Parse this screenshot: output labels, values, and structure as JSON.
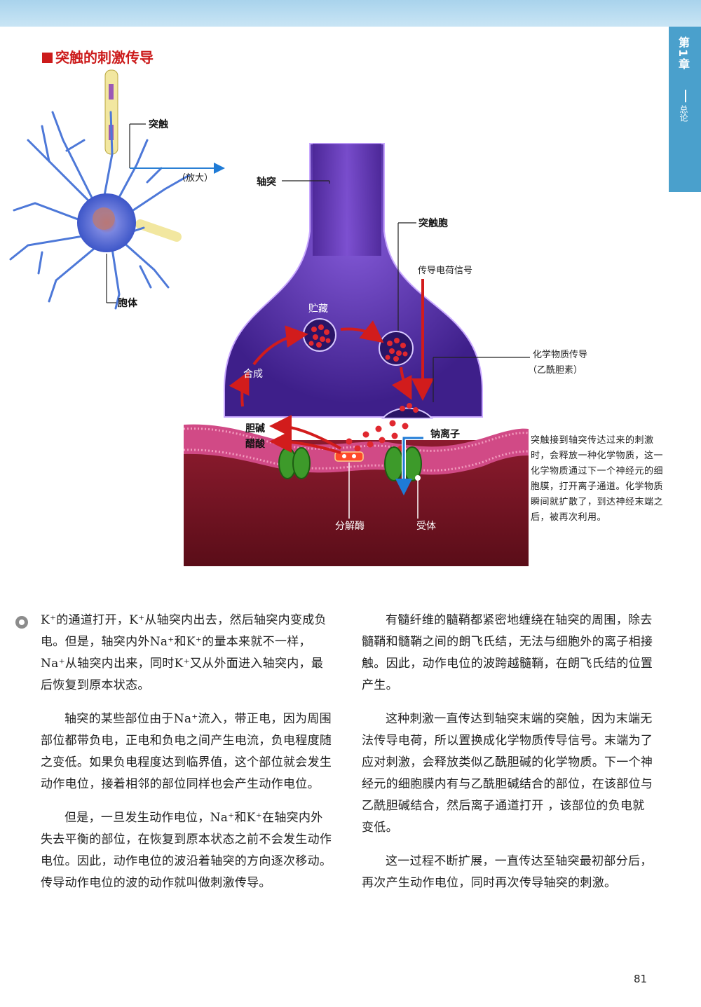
{
  "header": {
    "chapter": "第1章",
    "subtitle": "总论"
  },
  "section_title": "突触的刺激传导",
  "figure": {
    "labels": {
      "synapse": "突触",
      "enlarge": "（放大）",
      "soma": "胞体",
      "axon": "轴突",
      "vesicle": "突触胞",
      "signal": "传导电荷信号",
      "storage": "贮藏",
      "synthesis": "合成",
      "transmitter_line1": "化学物质传导",
      "transmitter_line2": "（乙酰胆素）",
      "choline": "胆碱",
      "acetic_acid": "醋酸",
      "sodium": "钠离子",
      "enzyme": "分解酶",
      "receptor": "受体"
    },
    "callout_text": "突触接到轴突传达过来的刺激时，会释放一种化学物质，这一化学物质通过下一个神经元的细胞膜，打开离子通道。化学物质瞬间就扩散了，到达神经末端之后，被再次利用。"
  },
  "left_column": [
    "K⁺的通道打开，K⁺从轴突内出去，然后轴突内变成负电。但是，轴突内外Na⁺和K⁺的量本来就不一样，Na⁺从轴突内出来，同时K⁺又从外面进入轴突内，最后恢复到原本状态。",
    "轴突的某些部位由于Na⁺流入，带正电，因为周围部位都带负电，正电和负电之间产生电流，负电程度随之变低。如果负电程度达到临界值，这个部位就会发生动作电位，接着相邻的部位同样也会产生动作电位。",
    "但是，一旦发生动作电位，Na⁺和K⁺在轴突内外失去平衡的部位，在恢复到原本状态之前不会发生动作电位。因此，动作电位的波沿着轴突的方向逐次移动。传导动作电位的波的动作就叫做刺激传导。"
  ],
  "right_column": [
    "有髓纤维的髓鞘都紧密地缠绕在轴突的周围，除去髓鞘和髓鞘之间的朗飞氏结，无法与细胞外的离子相接触。因此，动作电位的波跨越髓鞘，在朗飞氏结的位置产生。",
    "这种刺激一直传达到轴突末端的突触，因为末端无法传导电荷，所以置换成化学物质传导信号。末端为了应对刺激，会释放类似乙酰胆碱的化学物质。下一个神经元的细胞膜内有与乙酰胆碱结合的部位，在该部位与乙酰胆碱结合，然后离子通道打开 ，该部位的负电就变低。",
    "这一过程不断扩展，一直传达至轴突最初部分后，再次产生动作电位，同时再次传导轴突的刺激。"
  ],
  "page_number": "81",
  "colors": {
    "accent_red": "#cc1b1b",
    "axon_purple": "#5a2fa6",
    "membrane": "#c9336f",
    "tab_blue": "#4aa0cc"
  }
}
